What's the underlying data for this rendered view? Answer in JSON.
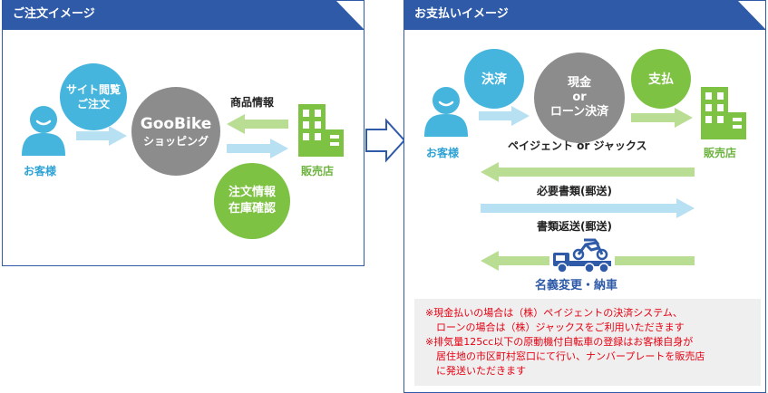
{
  "left_panel": {
    "title": "ご注文イメージ"
  },
  "right_panel": {
    "title": "お支払いイメージ"
  },
  "order": {
    "customer_label": "お客様",
    "browse_bubble": [
      "サイト閲覧",
      "ご注文"
    ],
    "goobike": [
      "GooBike",
      "ショッピング"
    ],
    "product_info": "商品情報",
    "store_label": "販売店",
    "order_bubble": [
      "注文情報",
      "在庫確認"
    ]
  },
  "payment": {
    "customer_label": "お客様",
    "settle_bubble": "決済",
    "method": [
      "現金",
      "or",
      "ローン決済"
    ],
    "pay_bubble": "支払",
    "store_label": "販売店",
    "provider": "ペイジェント or ジャックス",
    "docs_needed": "必要書類(郵送)",
    "docs_return": "書類返送(郵送)",
    "delivery": "名義変更・納車"
  },
  "notes": [
    "※現金払いの場合は（株）ペイジェントの決済システム、",
    "ローンの場合は（株）ジャックスをご利用いただきます",
    "※排気量125cc以下の原動機付自転車の登録はお客様自身が",
    "居住地の市区町村窓口にて行い、ナンバープレートを販売店",
    "に発送いただきます"
  ],
  "colors": {
    "navy": "#2e5aa8",
    "blue": "#45b5dd",
    "green": "#7dc242",
    "gray": "#8c8c8c",
    "note_red": "#e60012"
  }
}
